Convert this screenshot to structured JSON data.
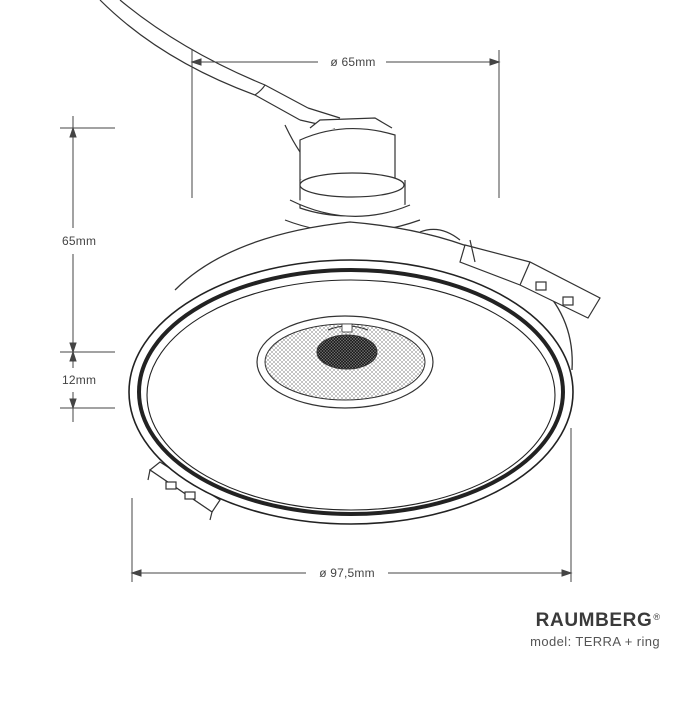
{
  "dimensions": {
    "top_diameter": "ø 65mm",
    "height": "65mm",
    "ring_height": "12mm",
    "bottom_diameter": "ø 97,5mm"
  },
  "brand": {
    "name": "RAUMBERG",
    "registered_mark": "®",
    "model": "model: TERRA + ring"
  }
}
